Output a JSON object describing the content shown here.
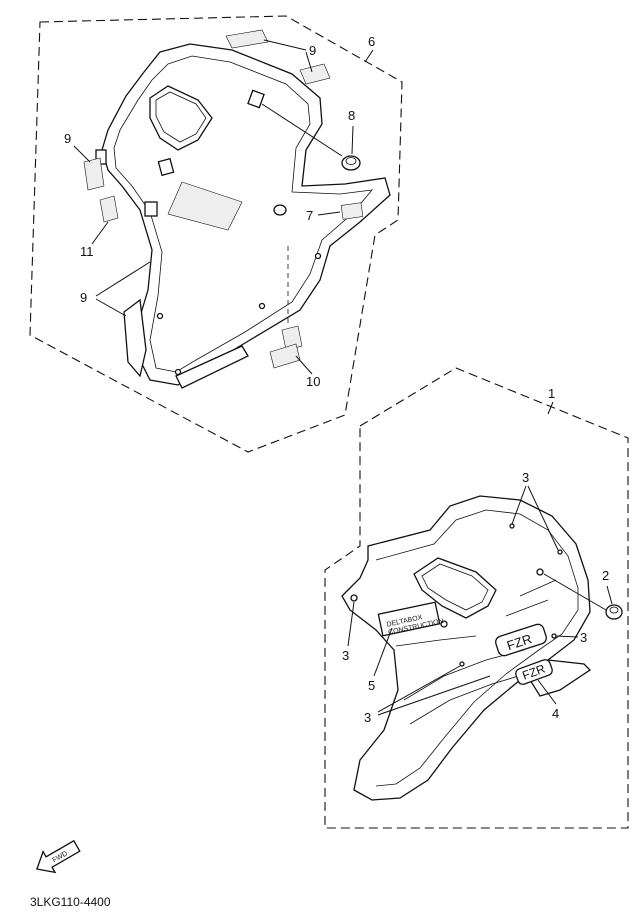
{
  "diagram": {
    "group_labels": {
      "upper_group": "6",
      "lower_group": "1"
    },
    "callouts": {
      "c1": "9",
      "c2": "8",
      "c3": "9",
      "c4": "7",
      "c5": "11",
      "c6": "9",
      "c7": "10",
      "c8": "3",
      "c9": "2",
      "c10": "3",
      "c11": "3",
      "c12": "5",
      "c13": "4",
      "c14": "3"
    },
    "panel_text": {
      "label_a": "DELTABOX",
      "label_b": "CONSTRUCTION",
      "badge": "FZR",
      "badge_small": "FZR"
    },
    "fwd_label": "FWD",
    "drawing_code": "3LKG110-4400"
  }
}
